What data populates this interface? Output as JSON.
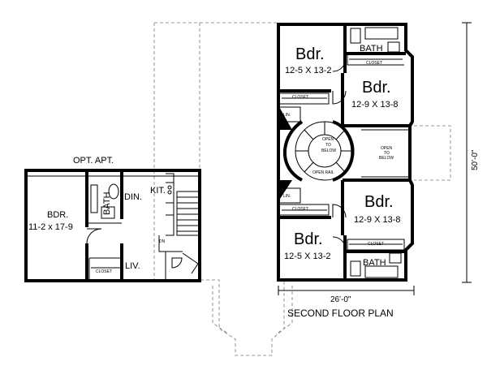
{
  "plan_title": "SECOND FLOOR PLAN",
  "apartment": {
    "title": "OPT. APT.",
    "bedroom": {
      "name": "BDR.",
      "size": "11-2 x 17-9"
    },
    "bath": "BATH",
    "closet": "CLOSET",
    "dining": "DIN.",
    "kitchen": "KIT.",
    "living": "LIV.",
    "down": "DN"
  },
  "house": {
    "bedroom_nw": {
      "name": "Bdr.",
      "size": "12-5 X 13-2"
    },
    "bedroom_ne": {
      "name": "Bdr.",
      "size": "12-9 X 13-8"
    },
    "bedroom_se": {
      "name": "Bdr.",
      "size": "12-9 X 13-8"
    },
    "bedroom_sw": {
      "name": "Bdr.",
      "size": "12-5 X 13-2"
    },
    "bath_top": "BATH",
    "bath_bottom": "BATH",
    "closet": "CLOSET",
    "linen": "LIN.",
    "open_to_below_1": [
      "OPEN",
      "TO",
      "BELOW"
    ],
    "open_to_below_2": [
      "OPEN",
      "TO",
      "BELOW"
    ],
    "open_rail": "OPEN RAIL"
  },
  "dimensions": {
    "width": "26'-0\"",
    "depth": "50'-0\""
  }
}
